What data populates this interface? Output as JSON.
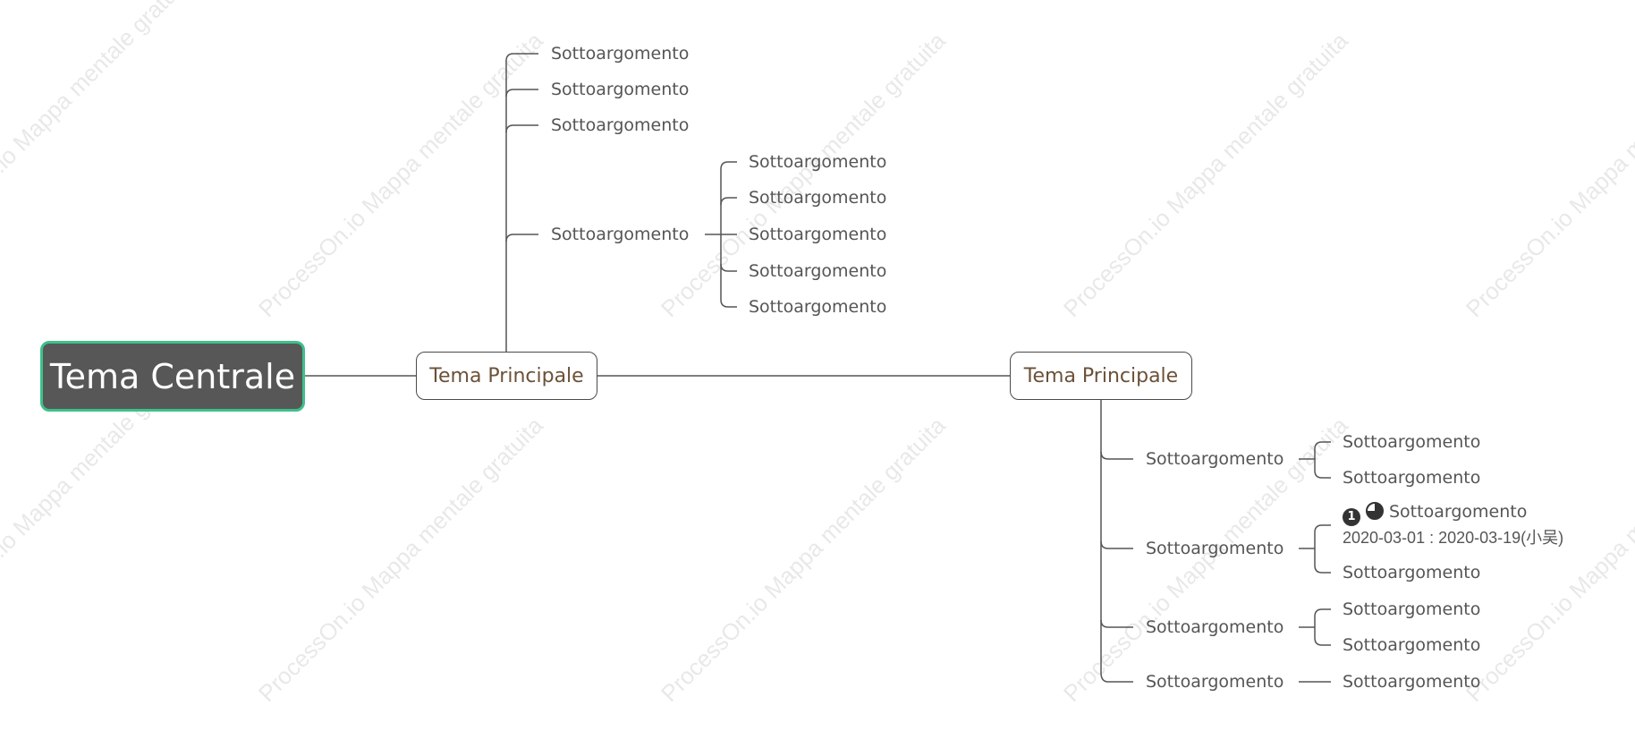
{
  "central": {
    "label": "Tema Centrale"
  },
  "branches": [
    {
      "label": "Tema Principale",
      "topics": [
        {
          "label": "Sottoargomento"
        },
        {
          "label": "Sottoargomento"
        },
        {
          "label": "Sottoargomento"
        },
        {
          "label": "Sottoargomento",
          "children": [
            {
              "label": "Sottoargomento"
            },
            {
              "label": "Sottoargomento"
            },
            {
              "label": "Sottoargomento"
            },
            {
              "label": "Sottoargomento"
            },
            {
              "label": "Sottoargomento"
            }
          ]
        }
      ]
    },
    {
      "label": "Tema Principale",
      "topics": [
        {
          "label": "Sottoargomento",
          "children": [
            {
              "label": "Sottoargomento"
            },
            {
              "label": "Sottoargomento"
            }
          ]
        },
        {
          "label": "Sottoargomento",
          "children": [
            {
              "label": "Sottoargomento",
              "priority": "1",
              "priority_icon": "priority-1-icon",
              "progress": 0.75,
              "progress_icon": "progress-pie-icon",
              "date_range": "2020-03-01 : 2020-03-19(小吴)"
            },
            {
              "label": "Sottoargomento"
            }
          ]
        },
        {
          "label": "Sottoargomento",
          "children": [
            {
              "label": "Sottoargomento"
            },
            {
              "label": "Sottoargomento"
            }
          ]
        },
        {
          "label": "Sottoargomento",
          "children": [
            {
              "label": "Sottoargomento"
            }
          ]
        }
      ]
    }
  ],
  "watermark": "ProcessOn.io Mappa mentale gratuita",
  "colors": {
    "central_fill": "#575757",
    "central_border": "#3ec08a",
    "main_text": "#6b5138",
    "sub_text": "#555555",
    "line": "#555555"
  }
}
